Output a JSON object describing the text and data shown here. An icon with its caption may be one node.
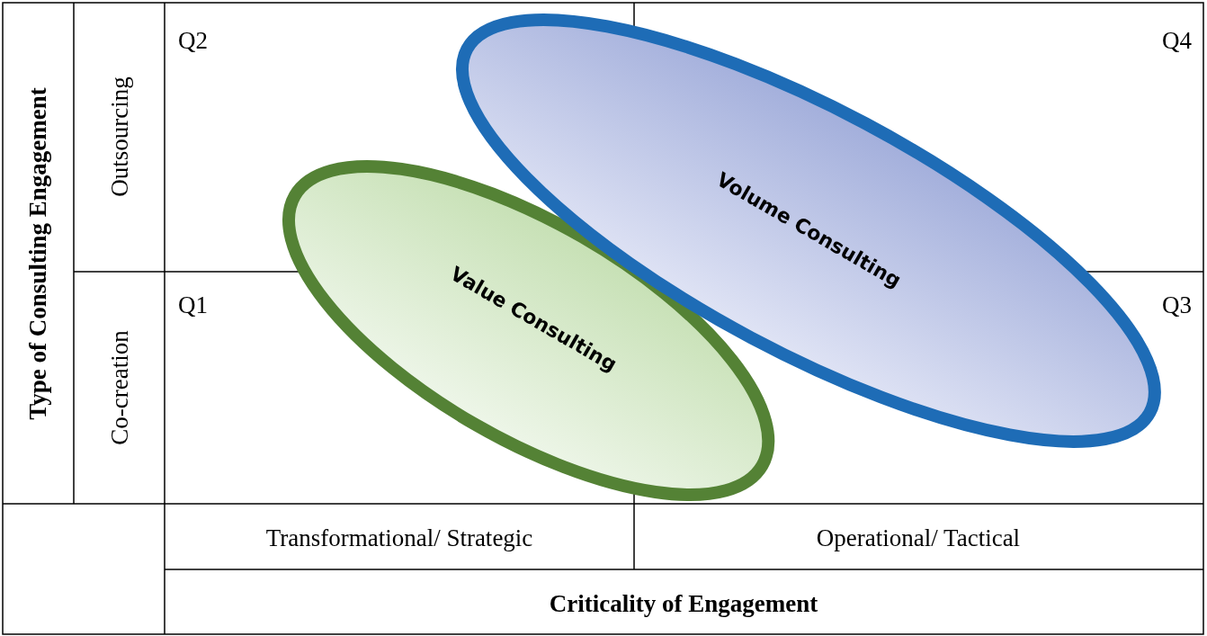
{
  "diagram": {
    "nodes": [
      {
        "text": [
          "Value Consulting"
        ]
      },
      {
        "text": [
          "Volume Consulting"
        ]
      }
    ],
    "edges": [],
    "labels": [
      "Type of Consulting Engagement",
      "Outsourcing",
      "Q2",
      "Q4",
      "Co-creation",
      "Q1",
      "Q3",
      "Transformational/ Strategic",
      "Operational/ Tactical",
      "Criticality of Engagement"
    ]
  }
}
